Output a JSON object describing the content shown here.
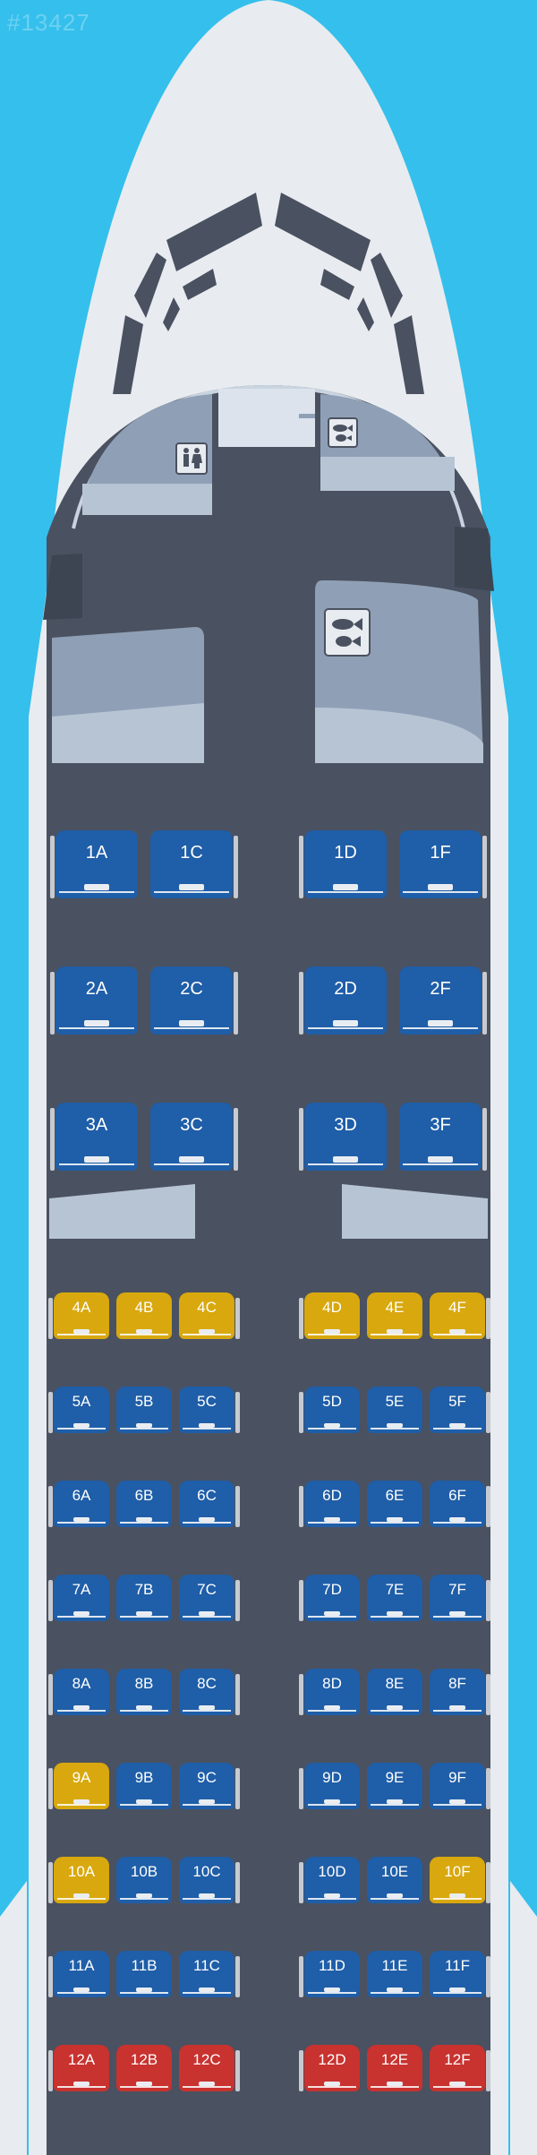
{
  "watermark": "#13427",
  "colors": {
    "sky": "#35bfec",
    "fuselage": "#e8ecf0",
    "cabin": "#4a5160",
    "galley": "#8fa0b6",
    "standard": "#1f5ea8",
    "preferred": "#d8a80e",
    "exit": "#c8322f"
  },
  "icons": {
    "lavatory": "lavatory-icon",
    "galley": "galley-meal-icon"
  },
  "seat_rows": [
    {
      "row": "1",
      "cls": "business",
      "seats": [
        {
          "id": "1A",
          "t": "standard"
        },
        {
          "id": "1C",
          "t": "standard"
        },
        {
          "id": "1D",
          "t": "standard"
        },
        {
          "id": "1F",
          "t": "standard"
        }
      ]
    },
    {
      "row": "2",
      "cls": "business",
      "seats": [
        {
          "id": "2A",
          "t": "standard"
        },
        {
          "id": "2C",
          "t": "standard"
        },
        {
          "id": "2D",
          "t": "standard"
        },
        {
          "id": "2F",
          "t": "standard"
        }
      ]
    },
    {
      "row": "3",
      "cls": "business",
      "seats": [
        {
          "id": "3A",
          "t": "standard"
        },
        {
          "id": "3C",
          "t": "standard"
        },
        {
          "id": "3D",
          "t": "standard"
        },
        {
          "id": "3F",
          "t": "standard"
        }
      ]
    },
    {
      "row": "4",
      "cls": "economy",
      "seats": [
        {
          "id": "4A",
          "t": "preferred"
        },
        {
          "id": "4B",
          "t": "preferred"
        },
        {
          "id": "4C",
          "t": "preferred"
        },
        {
          "id": "4D",
          "t": "preferred"
        },
        {
          "id": "4E",
          "t": "preferred"
        },
        {
          "id": "4F",
          "t": "preferred"
        }
      ]
    },
    {
      "row": "5",
      "cls": "economy",
      "seats": [
        {
          "id": "5A",
          "t": "standard"
        },
        {
          "id": "5B",
          "t": "standard"
        },
        {
          "id": "5C",
          "t": "standard"
        },
        {
          "id": "5D",
          "t": "standard"
        },
        {
          "id": "5E",
          "t": "standard"
        },
        {
          "id": "5F",
          "t": "standard"
        }
      ]
    },
    {
      "row": "6",
      "cls": "economy",
      "seats": [
        {
          "id": "6A",
          "t": "standard"
        },
        {
          "id": "6B",
          "t": "standard"
        },
        {
          "id": "6C",
          "t": "standard"
        },
        {
          "id": "6D",
          "t": "standard"
        },
        {
          "id": "6E",
          "t": "standard"
        },
        {
          "id": "6F",
          "t": "standard"
        }
      ]
    },
    {
      "row": "7",
      "cls": "economy",
      "seats": [
        {
          "id": "7A",
          "t": "standard"
        },
        {
          "id": "7B",
          "t": "standard"
        },
        {
          "id": "7C",
          "t": "standard"
        },
        {
          "id": "7D",
          "t": "standard"
        },
        {
          "id": "7E",
          "t": "standard"
        },
        {
          "id": "7F",
          "t": "standard"
        }
      ]
    },
    {
      "row": "8",
      "cls": "economy",
      "seats": [
        {
          "id": "8A",
          "t": "standard"
        },
        {
          "id": "8B",
          "t": "standard"
        },
        {
          "id": "8C",
          "t": "standard"
        },
        {
          "id": "8D",
          "t": "standard"
        },
        {
          "id": "8E",
          "t": "standard"
        },
        {
          "id": "8F",
          "t": "standard"
        }
      ]
    },
    {
      "row": "9",
      "cls": "economy",
      "seats": [
        {
          "id": "9A",
          "t": "preferred"
        },
        {
          "id": "9B",
          "t": "standard"
        },
        {
          "id": "9C",
          "t": "standard"
        },
        {
          "id": "9D",
          "t": "standard"
        },
        {
          "id": "9E",
          "t": "standard"
        },
        {
          "id": "9F",
          "t": "standard"
        }
      ]
    },
    {
      "row": "10",
      "cls": "economy",
      "seats": [
        {
          "id": "10A",
          "t": "preferred"
        },
        {
          "id": "10B",
          "t": "standard"
        },
        {
          "id": "10C",
          "t": "standard"
        },
        {
          "id": "10D",
          "t": "standard"
        },
        {
          "id": "10E",
          "t": "standard"
        },
        {
          "id": "10F",
          "t": "preferred"
        }
      ]
    },
    {
      "row": "11",
      "cls": "economy",
      "seats": [
        {
          "id": "11A",
          "t": "standard"
        },
        {
          "id": "11B",
          "t": "standard"
        },
        {
          "id": "11C",
          "t": "standard"
        },
        {
          "id": "11D",
          "t": "standard"
        },
        {
          "id": "11E",
          "t": "standard"
        },
        {
          "id": "11F",
          "t": "standard"
        }
      ]
    },
    {
      "row": "12",
      "cls": "economy",
      "seats": [
        {
          "id": "12A",
          "t": "exit"
        },
        {
          "id": "12B",
          "t": "exit"
        },
        {
          "id": "12C",
          "t": "exit"
        },
        {
          "id": "12D",
          "t": "exit"
        },
        {
          "id": "12E",
          "t": "exit"
        },
        {
          "id": "12F",
          "t": "exit"
        }
      ]
    }
  ]
}
